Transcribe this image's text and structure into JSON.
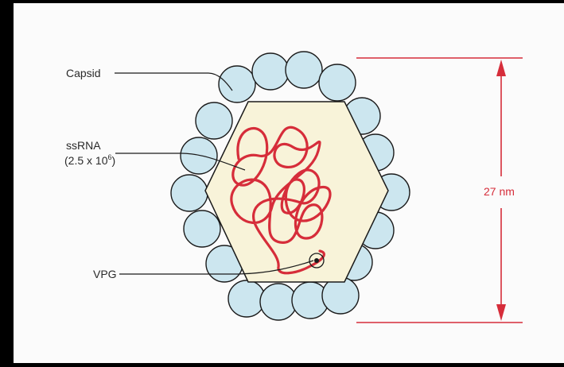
{
  "labels": {
    "capsid": "Capsid",
    "ssrna_line1": "ssRNA",
    "ssrna_line2_base": "(2.5 x 10",
    "ssrna_line2_exp": "6",
    "ssrna_line2_close": ")",
    "vpg": "VPG",
    "diameter": "27 nm"
  },
  "colors": {
    "background": "#fbfbfb",
    "frame": "#000000",
    "capsomere_fill": "#cce6ef",
    "capsomere_stroke": "#1b1b1b",
    "core_fill": "#f8f3d9",
    "rna": "#d62d3a",
    "dimension": "#d62d3a",
    "text": "#2a2a2a"
  }
}
